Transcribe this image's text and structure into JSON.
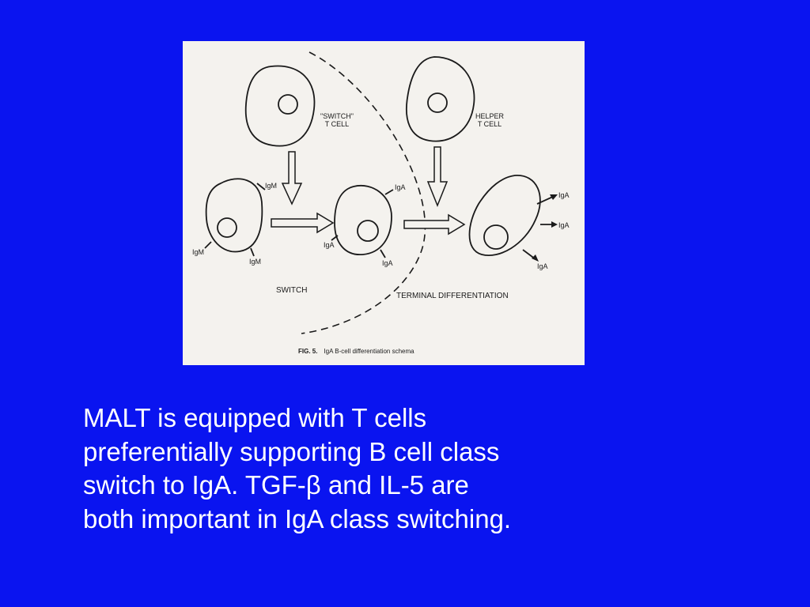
{
  "colors": {
    "background": "#0a14f0",
    "figure_background": "#f4f2ee",
    "ink": "#1a1a1a",
    "text": "#ffffff"
  },
  "figure": {
    "switch_t_cell_label": [
      "\"SWITCH\"",
      "T CELL"
    ],
    "helper_t_cell_label": [
      "HELPER",
      "T CELL"
    ],
    "b_cell_1_labels": {
      "top": "IgM",
      "left": "IgM",
      "bottom": "IgM"
    },
    "b_cell_2_labels": {
      "top": "IgA",
      "left": "IgA",
      "bottom": "IgA"
    },
    "plasma_cell_labels": {
      "top": "IgA",
      "middle": "IgA",
      "bottom": "IgA"
    },
    "switch_label": "SWITCH",
    "terminal_label": "TERMINAL DIFFERENTIATION",
    "caption_fig": "FIG. 5.",
    "caption_text": "IgA B-cell differentiation schema"
  },
  "body": {
    "lines": [
      "MALT is equipped with T cells",
      "preferentially supporting B cell class",
      "switch to IgA.  TGF-β and IL-5 are",
      "both important in IgA class switching."
    ]
  }
}
